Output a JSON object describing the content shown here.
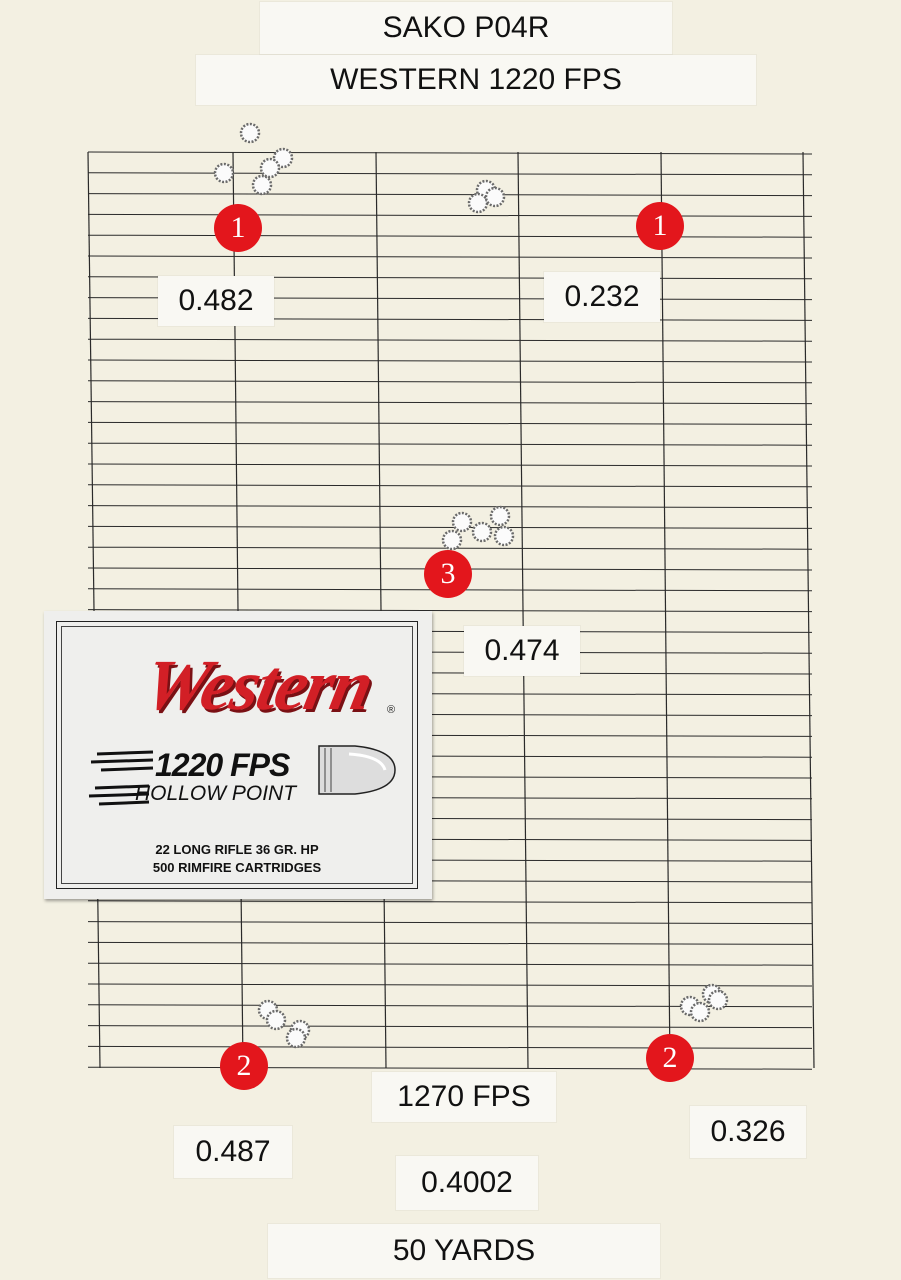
{
  "header": {
    "line1": "SAKO P04R",
    "line2": "WESTERN 1220 FPS"
  },
  "groups": [
    {
      "marker": "1",
      "size": "0.482"
    },
    {
      "marker": "1",
      "size": "0.232"
    },
    {
      "marker": "3",
      "size": "0.474"
    },
    {
      "marker": "2",
      "size": "0.487"
    },
    {
      "marker": "2",
      "size": "0.326"
    }
  ],
  "velocity_note": "1270 FPS",
  "average": "0.4002",
  "distance": "50 YARDS",
  "ammo_box": {
    "brand": "Western",
    "registered": "®",
    "velocity": "1220 FPS",
    "type": "HOLLOW POINT",
    "desc_line1": "22 LONG RIFLE 36 GR. HP",
    "desc_line2": "500 RIMFIRE CARTRIDGES"
  },
  "colors": {
    "paper": "#f3f0e2",
    "grid_line": "#222222",
    "marker_red": "#e3161c",
    "brand_red": "#d21f26"
  }
}
